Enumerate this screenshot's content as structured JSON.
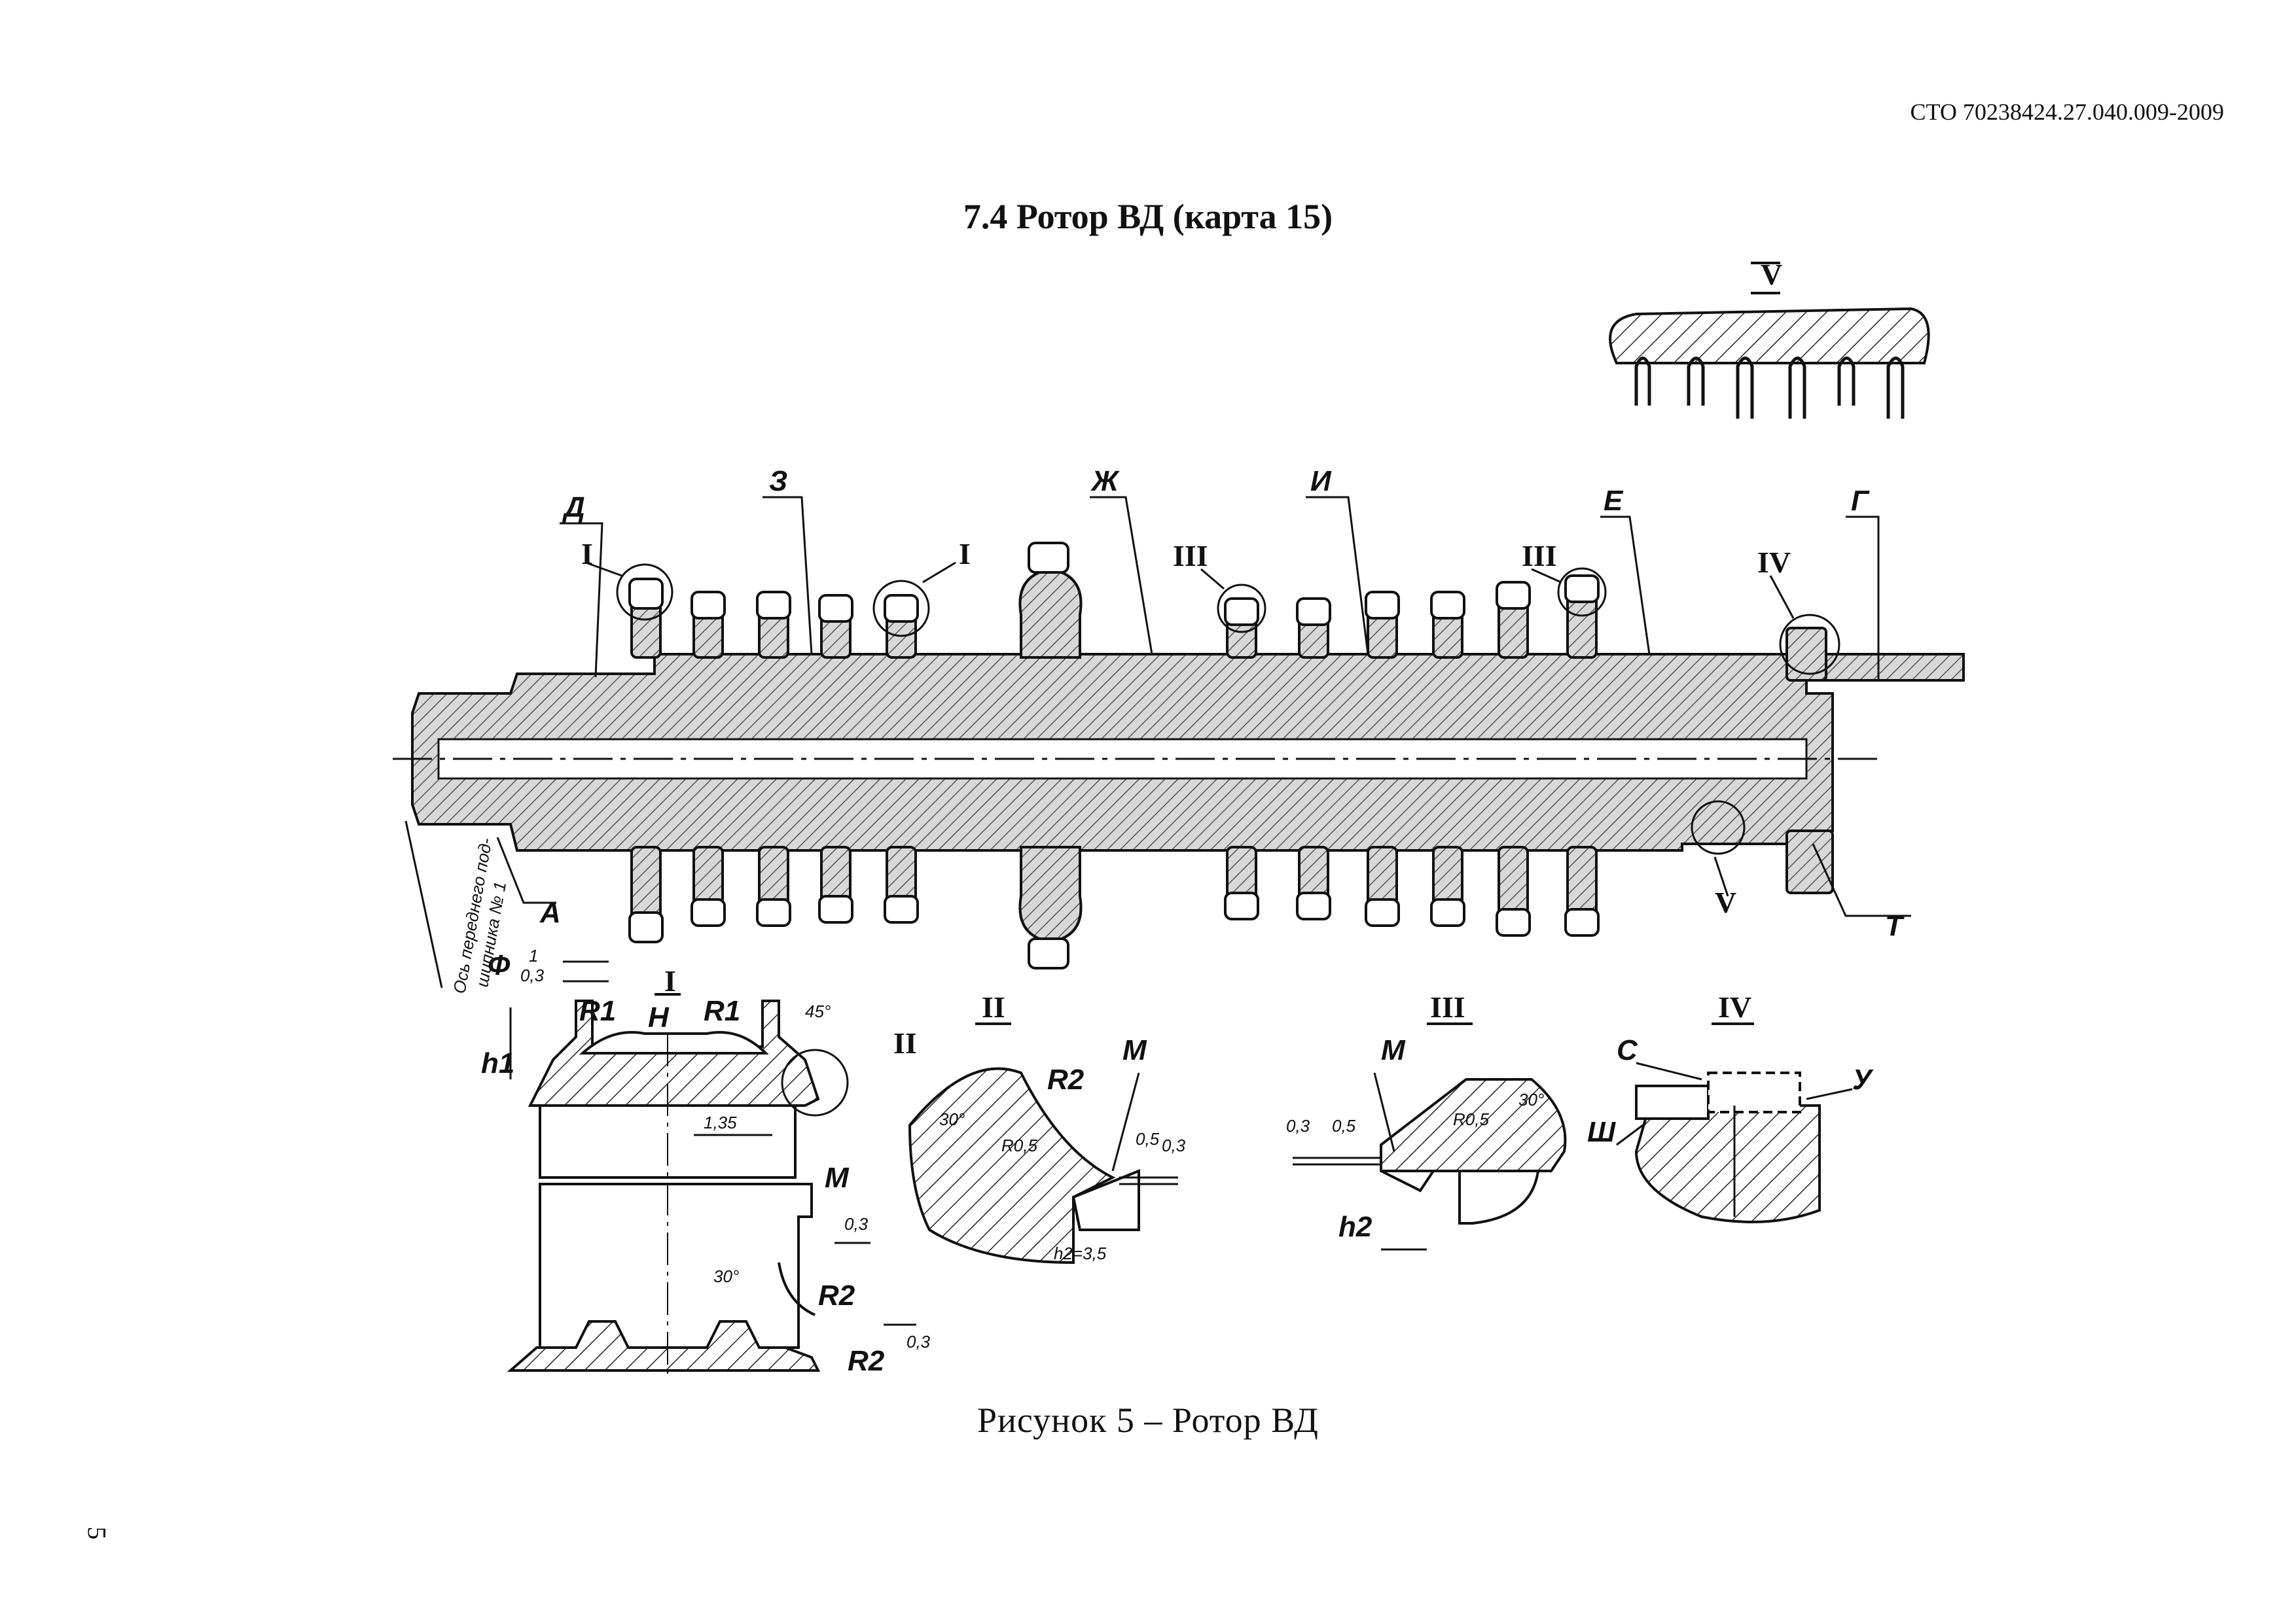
{
  "header": {
    "doc_code": "СТО 70238424.27.040.009-2009"
  },
  "section": {
    "title": "7.4 Ротор ВД (карта 15)"
  },
  "figure": {
    "caption": "Рисунок 5 – Ротор ВД",
    "labels": {
      "d": "Д",
      "z": "З",
      "zh": "Ж",
      "i": "И",
      "e": "Е",
      "g": "Г",
      "a": "А",
      "t": "Т",
      "f": "Ф",
      "n": "Н",
      "m": "М",
      "s": "С",
      "u": "У",
      "sh": "Ш"
    },
    "roman": {
      "r1": "I",
      "r2": "II",
      "r3": "III",
      "r4": "IV",
      "r5": "V"
    },
    "axis_note": [
      "Ось переднего под-",
      "шипника № 1"
    ],
    "dimensions": {
      "r1": "R1",
      "r2": "R2",
      "r05": "R0,5",
      "h1": "h1",
      "h2": "h2",
      "h2_35": "h2=3,5",
      "d1": "1",
      "d03": "0,3",
      "d05": "0,5",
      "d135": "1,35",
      "a45": "45°",
      "a30": "30°"
    }
  },
  "page": {
    "number": "5"
  }
}
